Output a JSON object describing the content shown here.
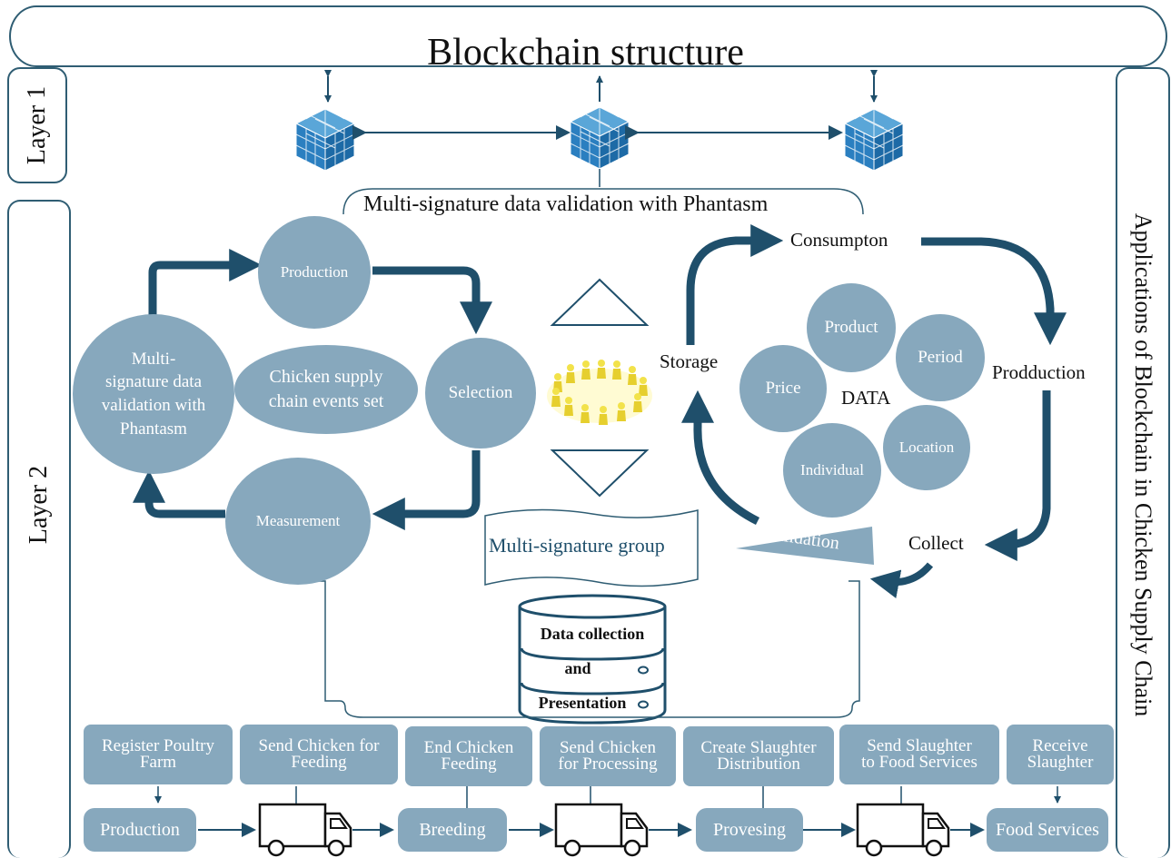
{
  "header": {
    "title": "Blockchain structure"
  },
  "side_labels": {
    "layer1": "Layer 1",
    "layer2": "Layer 2",
    "applications": "Applications of Blockchain in Chicken Supply Chain"
  },
  "validation_banner": "Multi-signature data validation with Phantasm",
  "left_cycle": {
    "production": "Production",
    "selection": "Selection",
    "measurement": "Measurement",
    "validation_line1": "Multi-",
    "validation_line2": "signature data",
    "validation_line3": "validation with",
    "validation_line4": "Phantasm",
    "center_line1": "Chicken supply",
    "center_line2": "chain events set"
  },
  "center": {
    "group_label": "Multi-signature group",
    "db_line1": "Data collection",
    "db_line2": "and",
    "db_line3": "Presentation"
  },
  "right_cycle": {
    "consumption": "Consumpton",
    "production": "Prodduction",
    "collect": "Collect",
    "validation": "Validation",
    "storage": "Storage",
    "data_center": "DATA",
    "product": "Product",
    "period": "Period",
    "price": "Price",
    "location": "Location",
    "individual": "Individual"
  },
  "process_steps": [
    {
      "line1": "Register Poultry",
      "line2": "Farm"
    },
    {
      "line1": "Send Chicken for",
      "line2": "Feeding"
    },
    {
      "line1": "End Chicken",
      "line2": "Feeding"
    },
    {
      "line1": "Send Chicken",
      "line2": "for Processing"
    },
    {
      "line1": "Create Slaughter",
      "line2": "Distribution"
    },
    {
      "line1": "Send Slaughter",
      "line2": "to Food Services"
    },
    {
      "line1": "Receive",
      "line2": "Slaughter"
    }
  ],
  "stages": [
    "Production",
    "Breeding",
    "Provesing",
    "Food Services"
  ],
  "colors": {
    "node_fill": "#87a8bd",
    "arrow_dark": "#1f4f6b",
    "frame_line": "#2f5d73",
    "cube_blue": "#2b7fc0",
    "people_yellow": "#f2e24a"
  },
  "icons": [
    "blockchain-cube-icon",
    "people-circle-icon",
    "truck-icon",
    "database-cylinder-icon"
  ]
}
